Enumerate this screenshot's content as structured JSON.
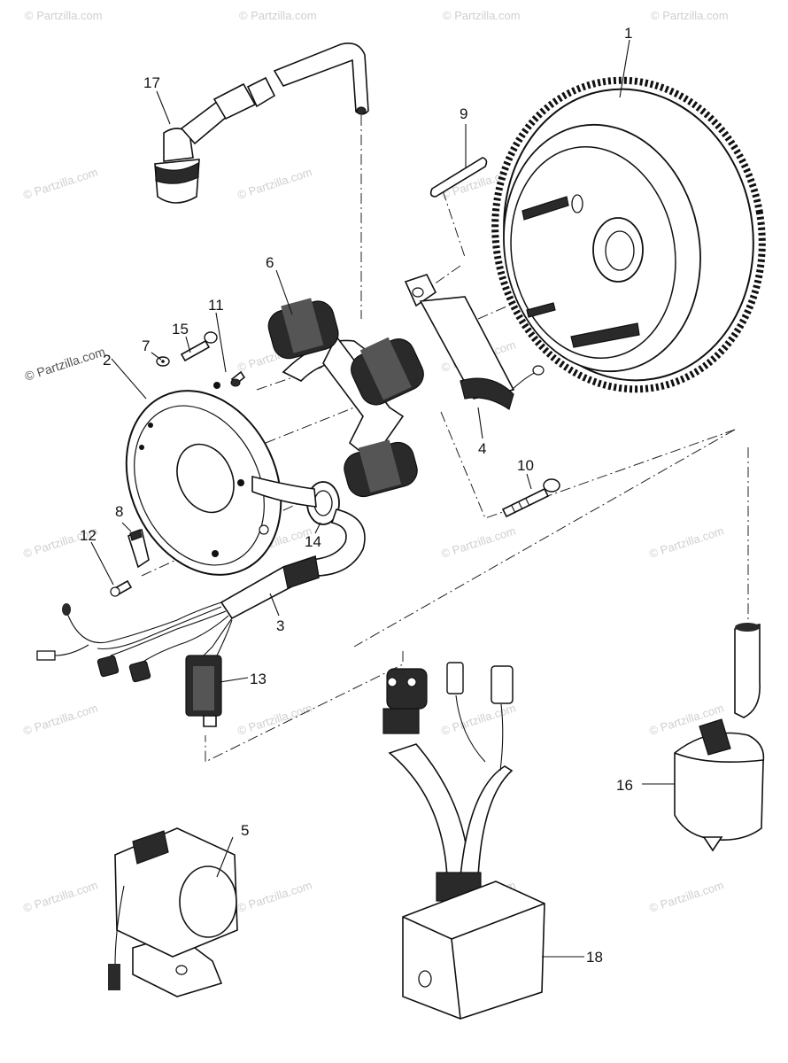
{
  "watermark": "© Partzilla.com",
  "callouts": [
    {
      "id": "1",
      "label": "1"
    },
    {
      "id": "2",
      "label": "2"
    },
    {
      "id": "3",
      "label": "3"
    },
    {
      "id": "4",
      "label": "4"
    },
    {
      "id": "5",
      "label": "5"
    },
    {
      "id": "6",
      "label": "6"
    },
    {
      "id": "7",
      "label": "7"
    },
    {
      "id": "8",
      "label": "8"
    },
    {
      "id": "9",
      "label": "9"
    },
    {
      "id": "10",
      "label": "10"
    },
    {
      "id": "11",
      "label": "11"
    },
    {
      "id": "12",
      "label": "12"
    },
    {
      "id": "13",
      "label": "13"
    },
    {
      "id": "14",
      "label": "14"
    },
    {
      "id": "15",
      "label": "15"
    },
    {
      "id": "16",
      "label": "16"
    },
    {
      "id": "17",
      "label": "17"
    },
    {
      "id": "18",
      "label": "18"
    }
  ]
}
